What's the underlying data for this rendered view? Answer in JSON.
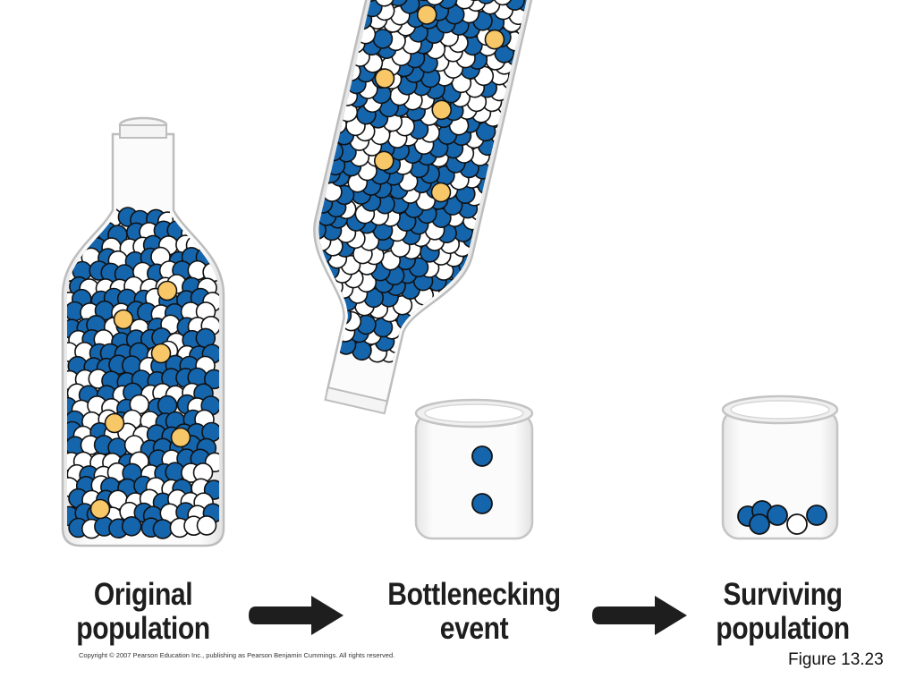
{
  "stages": [
    {
      "id": "original",
      "line1": "Original",
      "line2": "population"
    },
    {
      "id": "bottleneck",
      "line1": "Bottlenecking",
      "line2": "event"
    },
    {
      "id": "surviving",
      "line1": "Surviving",
      "line2": "population"
    }
  ],
  "copyright": "Copyright © 2007 Pearson Education Inc., publishing as Pearson Benjamin Cummings. All rights reserved.",
  "figure_number": "Figure 13.23",
  "colors": {
    "blue": "#1565ad",
    "white": "#ffffff",
    "yellow": "#f7c768",
    "outline": "#111111",
    "glass": "#c8c8c8",
    "arrow": "#1e1e1e"
  }
}
